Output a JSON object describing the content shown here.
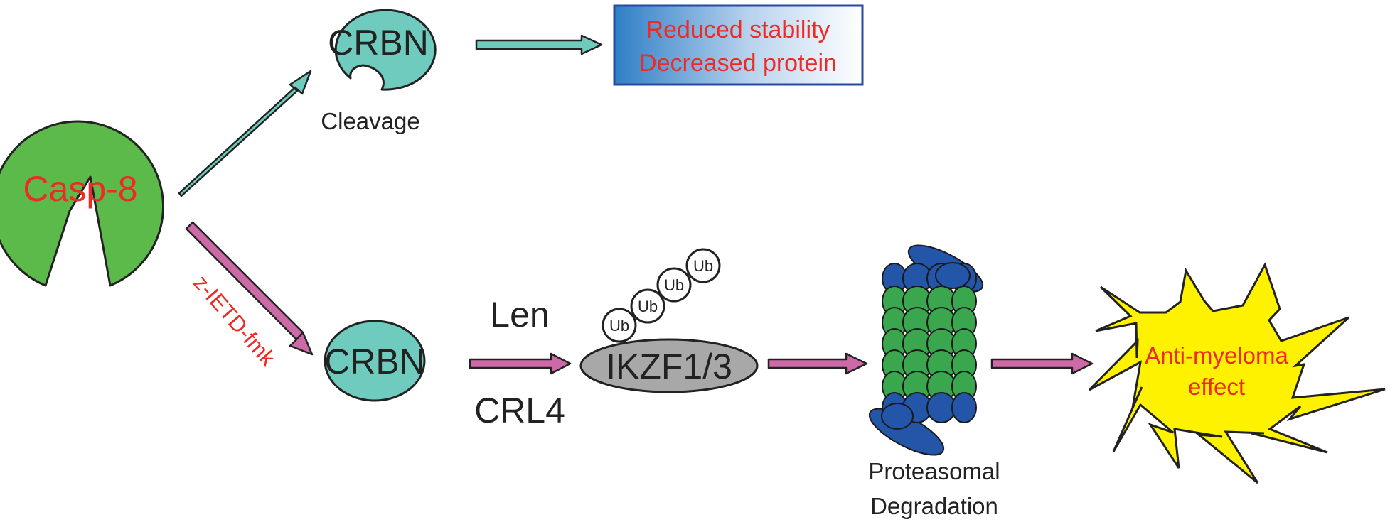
{
  "nodes": {
    "casp8": "Casp-8",
    "crbn_top": "CRBN",
    "crbn_bottom": "CRBN",
    "ikzf": "IKZF1/3",
    "ub": [
      "Ub",
      "Ub",
      "Ub",
      "Ub"
    ]
  },
  "labels": {
    "cleavage": "Cleavage",
    "inhibitor": "z-IETD-fmk",
    "len": "Len",
    "crl4": "CRL4",
    "proteasome_line1": "Proteasomal",
    "proteasome_line2": "Degradation"
  },
  "outcome_box": {
    "line1": "Reduced stability",
    "line2": "Decreased protein"
  },
  "star": {
    "line1": "Anti-myeloma",
    "line2": "effect"
  },
  "colors": {
    "casp8_fill": "#5cba4a",
    "crbn_fill": "#6ecbbd",
    "teal_arrow": "#6ecbbd",
    "pink_arrow": "#cc6aa8",
    "text_red": "#ee2a24",
    "ikzf_fill": "#a8a8a8",
    "proteasome_green": "#3aa74e",
    "proteasome_blue": "#2356a8",
    "star_fill": "#fff200",
    "box_border": "#2a4aa0"
  }
}
